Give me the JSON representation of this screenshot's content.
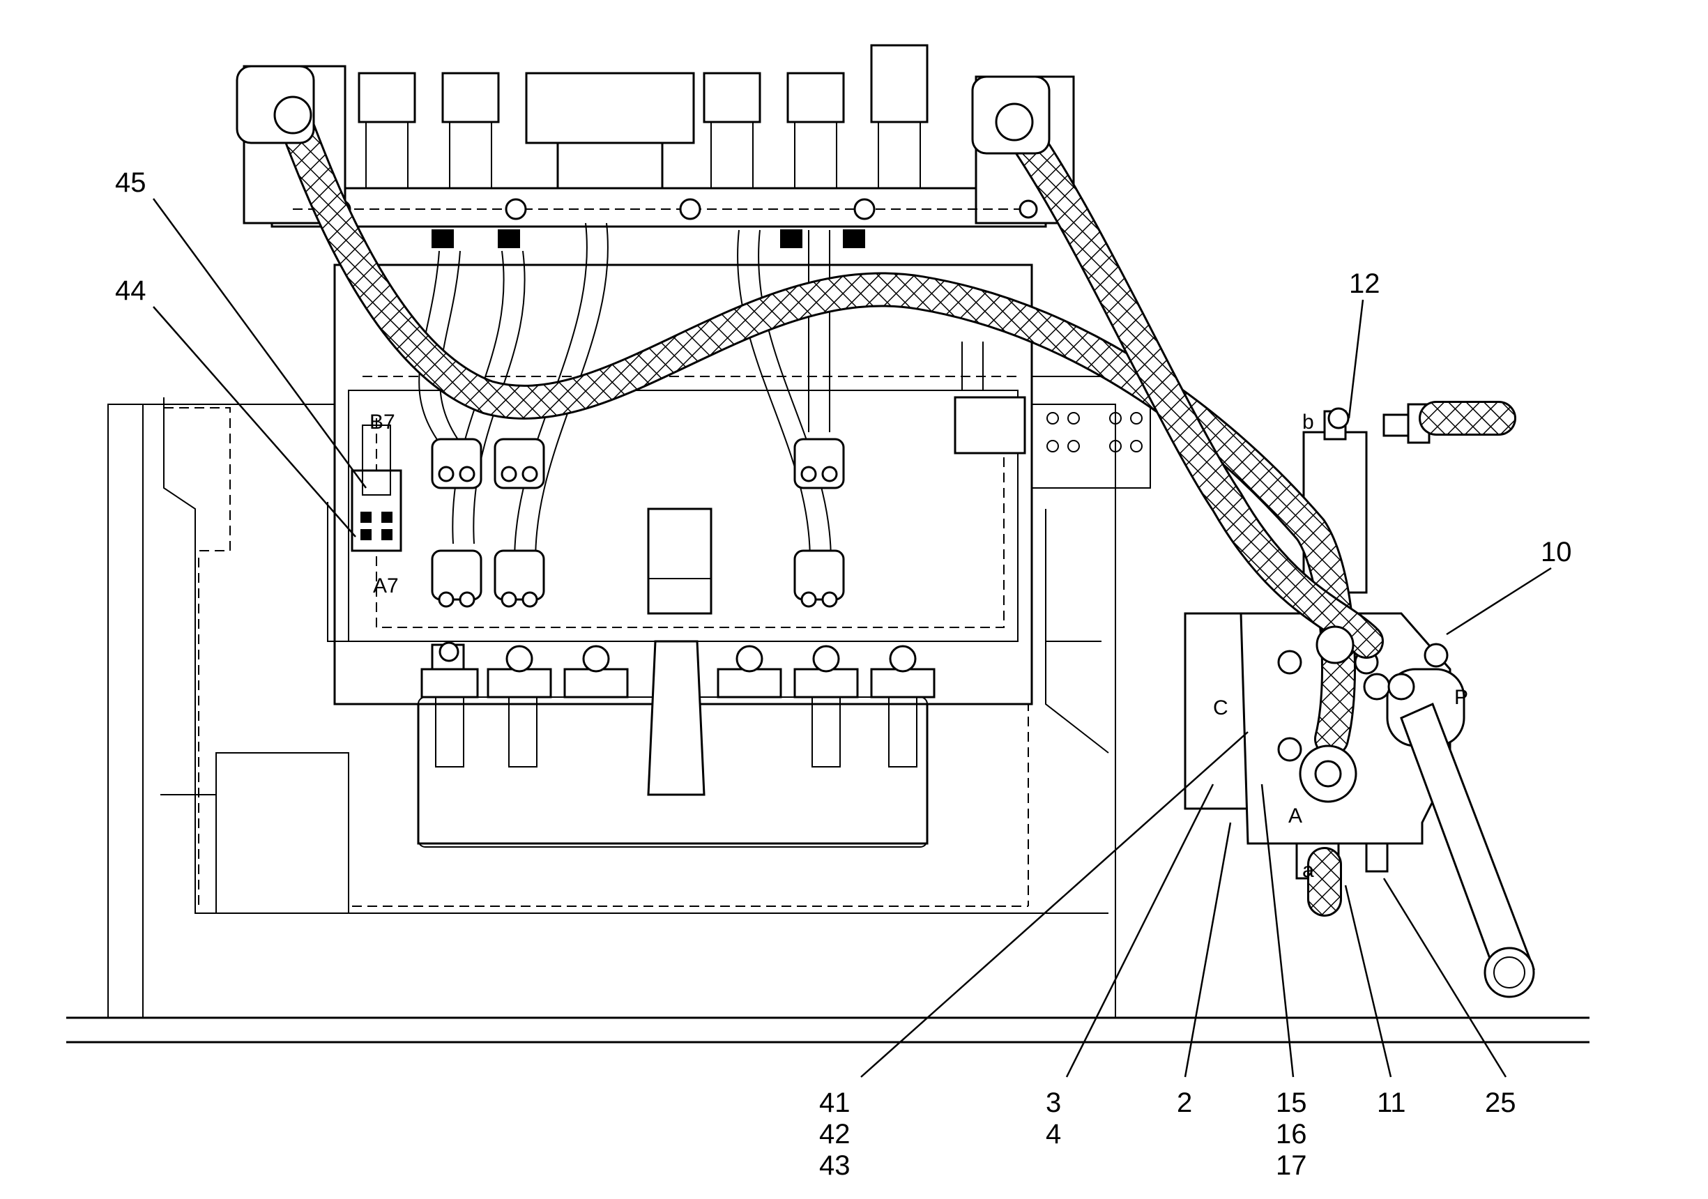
{
  "callouts": {
    "c45": "45",
    "c44": "44",
    "c12": "12",
    "c10": "10",
    "c41": "41",
    "c42": "42",
    "c43": "43",
    "c3": "3",
    "c4": "4",
    "c2": "2",
    "c15": "15",
    "c16": "16",
    "c17": "17",
    "c11": "11",
    "c25": "25"
  },
  "port_labels": {
    "b7": "B7",
    "a7": "A7",
    "b": "b",
    "c": "C",
    "a": "A",
    "p": "P",
    "a_small": "a"
  }
}
